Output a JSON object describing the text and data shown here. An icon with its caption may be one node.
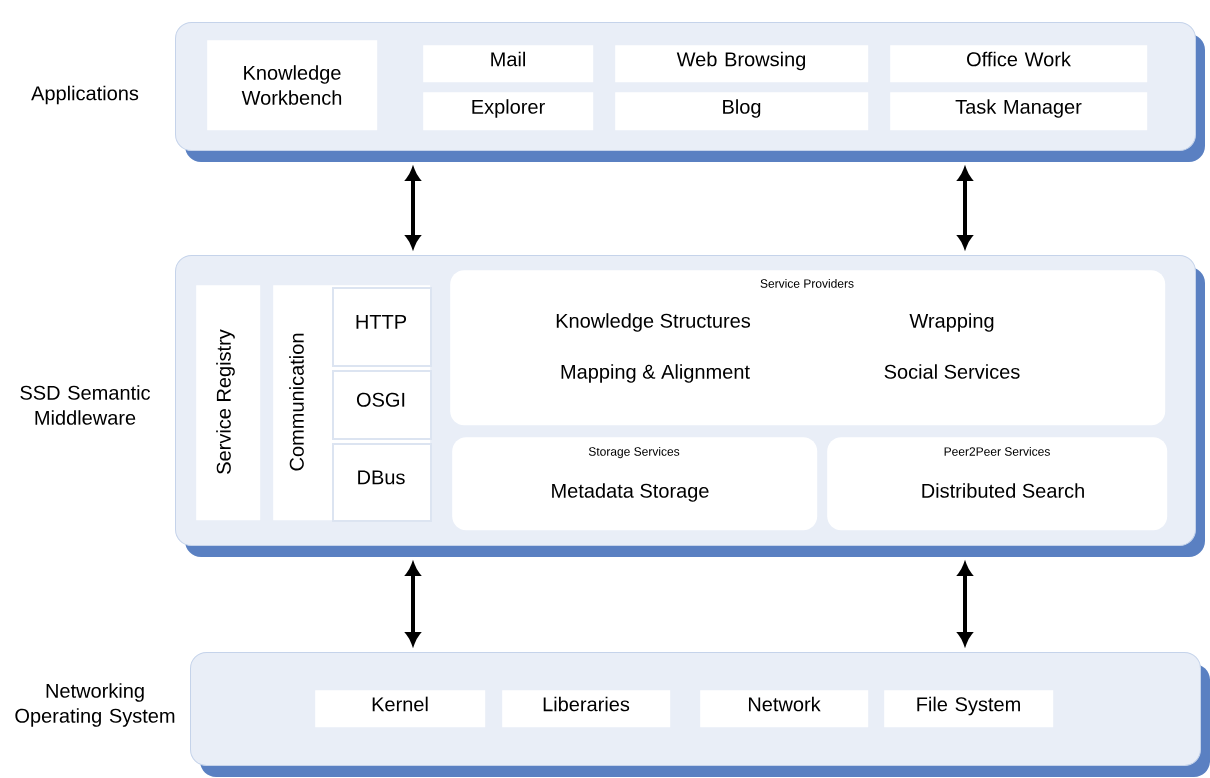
{
  "diagram": {
    "nodes": [
      {
        "text": [
          "Applications"
        ]
      },
      {
        "text": [
          "Knowledge Workbench"
        ],
        "in": 0
      },
      {
        "text": [
          "Mail"
        ],
        "in": 0
      },
      {
        "text": [
          "Web Browsing"
        ],
        "in": 0
      },
      {
        "text": [
          "Office Work"
        ],
        "in": 0
      },
      {
        "text": [
          "Explorer"
        ],
        "in": 0
      },
      {
        "text": [
          "Blog"
        ],
        "in": 0
      },
      {
        "text": [
          "Task Manager"
        ],
        "in": 0
      },
      {
        "text": [
          "SSD Semantic Middleware"
        ]
      },
      {
        "text": [
          "Service Registry"
        ],
        "in": 8
      },
      {
        "text": [
          "Communication"
        ],
        "in": 8
      },
      {
        "text": [
          "HTTP"
        ],
        "in": 10
      },
      {
        "text": [
          "OSGI"
        ],
        "in": 10
      },
      {
        "text": [
          "DBus"
        ],
        "in": 10
      },
      {
        "text": [
          "Service Providers",
          "Knowledge Structures",
          "Wrapping",
          "Mapping & Alignment",
          "Social Services"
        ],
        "in": 8
      },
      {
        "text": [
          "Storage Services",
          "Metadata Storage"
        ],
        "in": 8
      },
      {
        "text": [
          "Peer2Peer Services",
          "Distributed Search"
        ],
        "in": 8
      },
      {
        "text": [
          "Networking Operating System"
        ]
      },
      {
        "text": [
          "Kernel"
        ],
        "in": 17
      },
      {
        "text": [
          "Liberaries"
        ],
        "in": 17
      },
      {
        "text": [
          "Network"
        ],
        "in": 17
      },
      {
        "text": [
          "File System"
        ],
        "in": 17
      }
    ],
    "edges": [
      {
        "from": 0,
        "to": 8,
        "arrow": "both"
      },
      {
        "from": 0,
        "to": 8,
        "arrow": "both"
      },
      {
        "from": 8,
        "to": 17,
        "arrow": "both"
      },
      {
        "from": 8,
        "to": 17,
        "arrow": "both"
      }
    ]
  }
}
